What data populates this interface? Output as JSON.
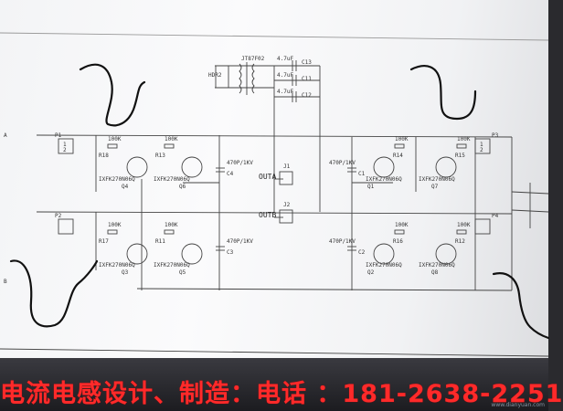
{
  "schematic": {
    "labels": {
      "outa": "OUTA",
      "outb": "OUTB",
      "mosfet_part": "IXFK270N06Q",
      "cap_rating": "470P/1KV",
      "cap_small": "4.7uF",
      "cap_name_c4": "C4",
      "cap_name_c3": "C3",
      "cap_name_c1": "C1",
      "cap_name_c2": "C2",
      "cap_name_c11": "C11",
      "cap_name_c12": "C12",
      "cap_name_c13": "C13",
      "transformer": "JT87F02",
      "q1": "Q1",
      "q2": "Q2",
      "q3": "Q3",
      "q4": "Q4",
      "q5": "Q5",
      "q6": "Q6",
      "q7": "Q7",
      "q8": "Q8",
      "r100k": "100K",
      "res_r11": "R11",
      "res_r12": "R12",
      "res_r13": "R13",
      "res_r14": "R14",
      "res_r15": "R15",
      "res_r16": "R16",
      "res_r17": "R17",
      "res_r18": "R18",
      "conn_p1": "P1",
      "conn_p2": "P2",
      "conn_p3": "P3",
      "conn_p4": "P4",
      "conn_j1": "J1",
      "conn_j2": "J2",
      "header": "HDR2",
      "grid_a": "A",
      "grid_b": "B",
      "pin1": "1",
      "pin2": "2"
    }
  },
  "banner": {
    "text": "电流电感设计、制造：电话 ：181-2638-2251"
  },
  "watermark": {
    "text": "www.dianyuan.com"
  }
}
